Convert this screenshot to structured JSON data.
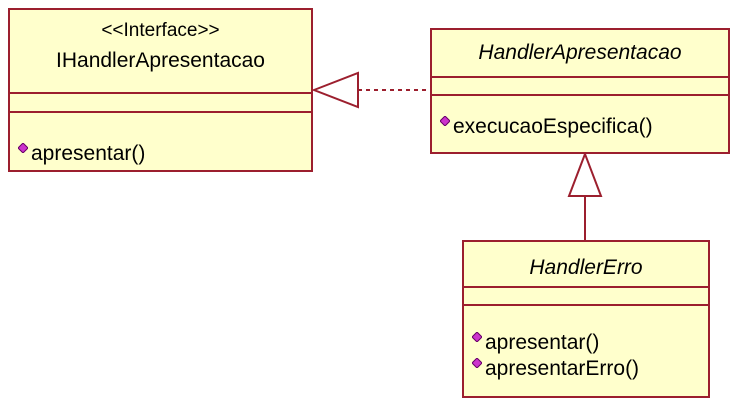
{
  "diagram": {
    "classes": {
      "interface": {
        "stereotype": "<<Interface>>",
        "name": "IHandlerApresentacao",
        "operations": [
          "apresentar()"
        ]
      },
      "handler_apresentacao": {
        "name": "HandlerApresentacao",
        "operations": [
          "execucaoEspecifica()"
        ]
      },
      "handler_erro": {
        "name": "HandlerErro",
        "operations": [
          "apresentar()",
          "apresentarErro()"
        ]
      }
    },
    "relations": [
      {
        "type": "realization",
        "from": "HandlerApresentacao",
        "to": "IHandlerApresentacao"
      },
      {
        "type": "generalization",
        "from": "HandlerErro",
        "to": "HandlerApresentacao"
      }
    ],
    "colors": {
      "class_fill": "#ffffcc",
      "class_border": "#9c1f2e",
      "operation_icon": "#cc33cc",
      "line": "#9c1f2e"
    },
    "icons": {
      "operation": "public-operation-diamond-icon"
    }
  }
}
